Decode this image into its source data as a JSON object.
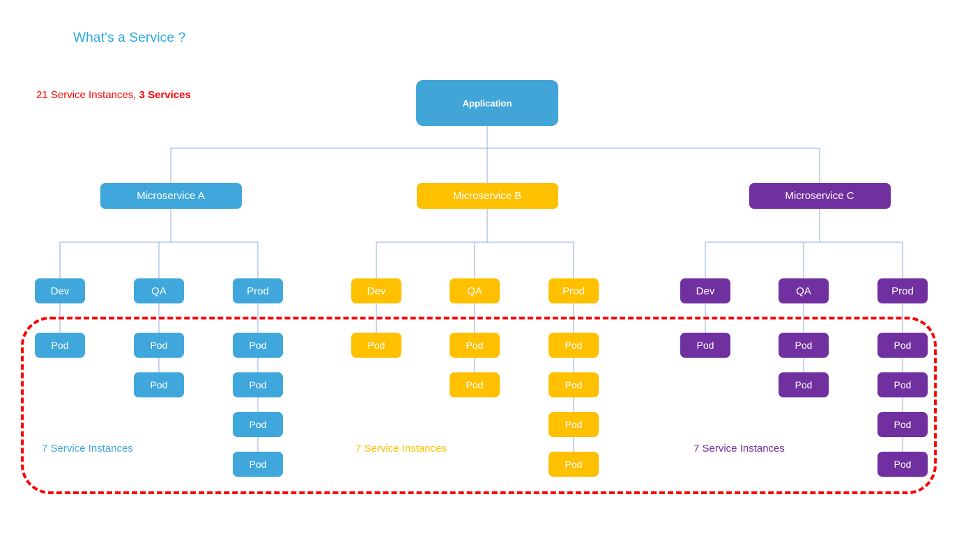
{
  "title": "What's a Service ?",
  "summary": {
    "prefix": "21 Service Instances, ",
    "bold": "3 Services"
  },
  "application": {
    "label": "Application",
    "color": "#41A5D7"
  },
  "pod_label": "Pod",
  "colors": {
    "title_text": "#29A9E0",
    "summary_text": "#FF0000",
    "connector": "#8FAADC",
    "outline": "#FF0000",
    "node_text": "#FFFFFF"
  },
  "microservices": [
    {
      "label": "Microservice A",
      "color": "#3FA7DC",
      "instances_text": "7 Service Instances",
      "environments": [
        {
          "label": "Dev",
          "pods": 1
        },
        {
          "label": "QA",
          "pods": 2
        },
        {
          "label": "Prod",
          "pods": 4
        }
      ]
    },
    {
      "label": "Microservice B",
      "color": "#FFC000",
      "instances_text": "7 Service Instances",
      "environments": [
        {
          "label": "Dev",
          "pods": 1
        },
        {
          "label": "QA",
          "pods": 2
        },
        {
          "label": "Prod",
          "pods": 4
        }
      ]
    },
    {
      "label": "Microservice C",
      "color": "#7030A0",
      "instances_text": "7 Service Instances",
      "environments": [
        {
          "label": "Dev",
          "pods": 1
        },
        {
          "label": "QA",
          "pods": 2
        },
        {
          "label": "Prod",
          "pods": 4
        }
      ]
    }
  ]
}
